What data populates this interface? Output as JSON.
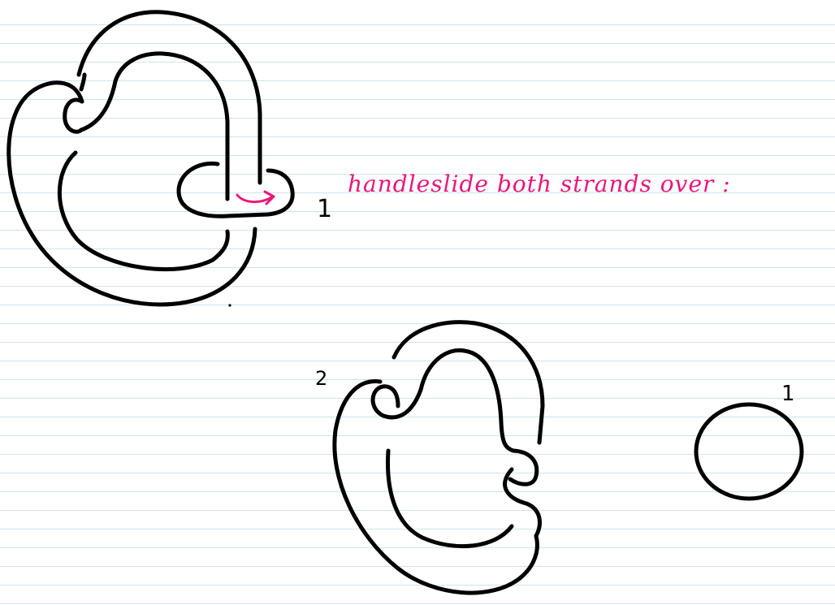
{
  "diagram": {
    "step1": {
      "framing_label": "1",
      "annotation": "handleslide both strands over :"
    },
    "step2": {
      "framing_label_knot": "2",
      "framing_label_unknot": "1"
    }
  },
  "colors": {
    "ink": "#000000",
    "annotation": "#e8177a",
    "rule_lines": "#cfe3ee"
  }
}
